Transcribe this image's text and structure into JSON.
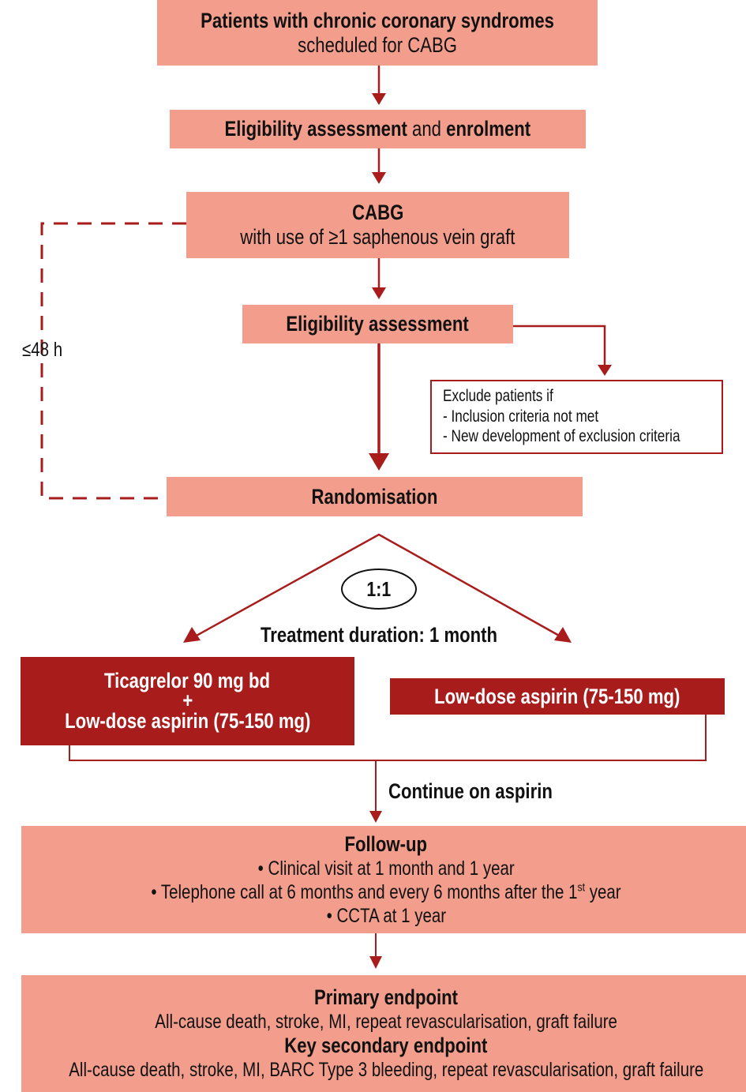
{
  "colors": {
    "box_fill": "#f39e8c",
    "arm_fill": "#a81c1c",
    "line": "#a81c1c",
    "text": "#111111"
  },
  "nodes": {
    "patients": {
      "title": "Patients with chronic coronary syndromes",
      "subtitle": "scheduled for CABG"
    },
    "enrolment": {
      "part1": "Eligibility assessment",
      "part2": " and ",
      "part3": "enrolment"
    },
    "cabg": {
      "title": "CABG",
      "subtitle": "with use of ≥1 saphenous vein graft"
    },
    "eligibility": {
      "title": "Eligibility assessment"
    },
    "exclusion": {
      "heading": "Exclude patients if",
      "items": [
        "- Inclusion criteria not met",
        "- New development of exclusion criteria"
      ]
    },
    "randomisation": {
      "title": "Randomisation"
    },
    "ratio": "1:1",
    "treatment_duration": "Treatment duration: 1 month",
    "arm_ticagrelor": {
      "line1": "Ticagrelor 90 mg bd",
      "line2": "+",
      "line3": "Low-dose aspirin (75-150 mg)"
    },
    "arm_aspirin": {
      "title": "Low-dose aspirin (75-150 mg)"
    },
    "continue": "Continue on aspirin",
    "followup": {
      "title": "Follow-up",
      "items": [
        "• Clinical visit at 1 month and 1 year",
        "• Telephone call at 6 months and every 6 months after the 1",
        "• CCTA at 1 year"
      ],
      "item2_sup": "st",
      "item2_tail": " year"
    },
    "endpoints": {
      "primary_title": "Primary endpoint",
      "primary_text": "All-cause death, stroke, MI, repeat revascularisation, graft failure",
      "secondary_title": "Key secondary endpoint",
      "secondary_text": "All-cause death, stroke, MI, BARC Type 3 bleeding, repeat revascularisation, graft failure"
    }
  },
  "time_window": "≤48 h"
}
